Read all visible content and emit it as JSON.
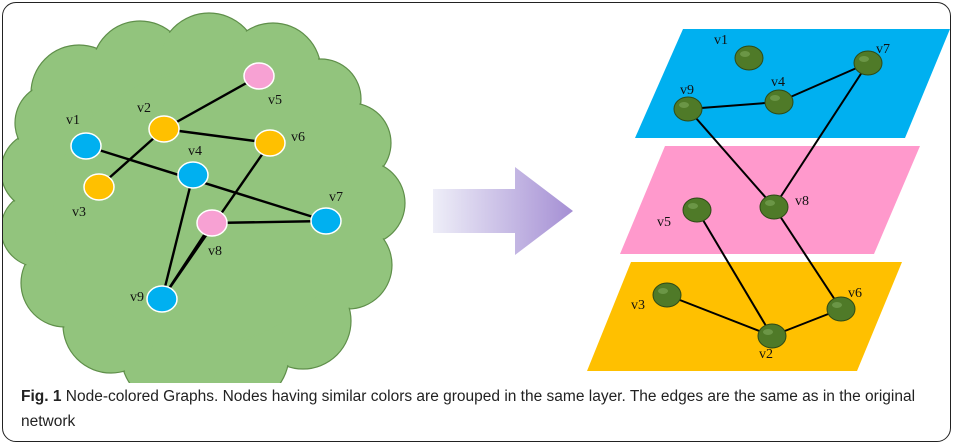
{
  "figure": {
    "left_graph": {
      "nodes": [
        {
          "id": "v1",
          "label": "v1",
          "color": "#00B0F0"
        },
        {
          "id": "v2",
          "label": "v2",
          "color": "#FFC000"
        },
        {
          "id": "v3",
          "label": "v3",
          "color": "#FFC000"
        },
        {
          "id": "v4",
          "label": "v4",
          "color": "#00B0F0"
        },
        {
          "id": "v5",
          "label": "v5",
          "color": "#F7A1D3"
        },
        {
          "id": "v6",
          "label": "v6",
          "color": "#FFC000"
        },
        {
          "id": "v7",
          "label": "v7",
          "color": "#00B0F0"
        },
        {
          "id": "v8",
          "label": "v8",
          "color": "#F7A1D3"
        },
        {
          "id": "v9",
          "label": "v9",
          "color": "#00B0F0"
        }
      ],
      "edges": [
        [
          "v2",
          "v5"
        ],
        [
          "v2",
          "v3"
        ],
        [
          "v2",
          "v6"
        ],
        [
          "v1",
          "v7"
        ],
        [
          "v4",
          "v9"
        ],
        [
          "v6",
          "v9"
        ],
        [
          "v8",
          "v9"
        ],
        [
          "v8",
          "v7"
        ]
      ],
      "cloud_color": "#92C47D"
    },
    "arrow": {
      "color_from": "#EEEEF8",
      "color_to": "#A58FD4"
    },
    "layers": [
      {
        "id": "top-layer",
        "color": "#00B0F0",
        "nodes": [
          "v1",
          "v4",
          "v7",
          "v9"
        ]
      },
      {
        "id": "middle-layer",
        "color": "#FF99CC",
        "nodes": [
          "v5",
          "v8"
        ]
      },
      {
        "id": "bottom-layer",
        "color": "#FFC000",
        "nodes": [
          "v2",
          "v3",
          "v6"
        ]
      }
    ],
    "layered_node_color": "#4F7A28",
    "layered_edges": [
      [
        "v9",
        "v4"
      ],
      [
        "v4",
        "v7"
      ],
      [
        "v9",
        "v8"
      ],
      [
        "v7",
        "v8"
      ],
      [
        "v8",
        "v6"
      ],
      [
        "v5",
        "v2"
      ],
      [
        "v3",
        "v2"
      ],
      [
        "v2",
        "v6"
      ]
    ]
  },
  "caption": {
    "label": "Fig. 1",
    "text": " Node-colored Graphs. Nodes having similar colors are grouped in the same layer. The edges are the same as in the original network"
  }
}
